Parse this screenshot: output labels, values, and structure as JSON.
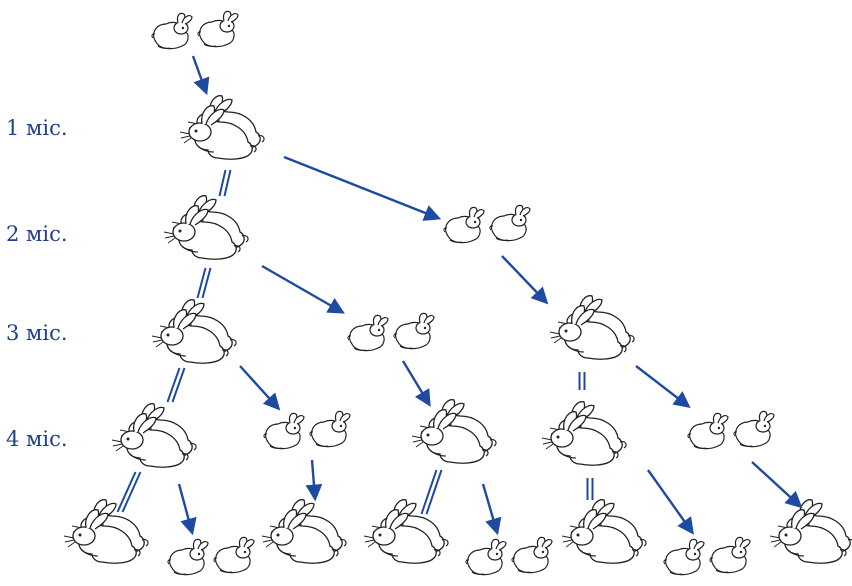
{
  "month_labels": [
    "1 міс.",
    "2 міс.",
    "3 міс.",
    "4 міс."
  ],
  "colors": {
    "arrow": "#1e4aa0",
    "label": "#1f3f8f",
    "outline": "#222222",
    "fill": "#ffffff"
  },
  "legend_icons": [
    "adult-rabbit-pair-icon",
    "baby-rabbit-pair-icon"
  ],
  "generations": [
    {
      "month": null,
      "adult_pairs": 0,
      "baby_pairs": 1
    },
    {
      "month": "1 міс.",
      "adult_pairs": 1,
      "baby_pairs": 0
    },
    {
      "month": "2 міс.",
      "adult_pairs": 1,
      "baby_pairs": 1
    },
    {
      "month": "3 міс.",
      "adult_pairs": 2,
      "baby_pairs": 1
    },
    {
      "month": "4 міс.",
      "adult_pairs": 3,
      "baby_pairs": 2
    },
    {
      "month": null,
      "adult_pairs": 5,
      "baby_pairs": 3
    }
  ]
}
